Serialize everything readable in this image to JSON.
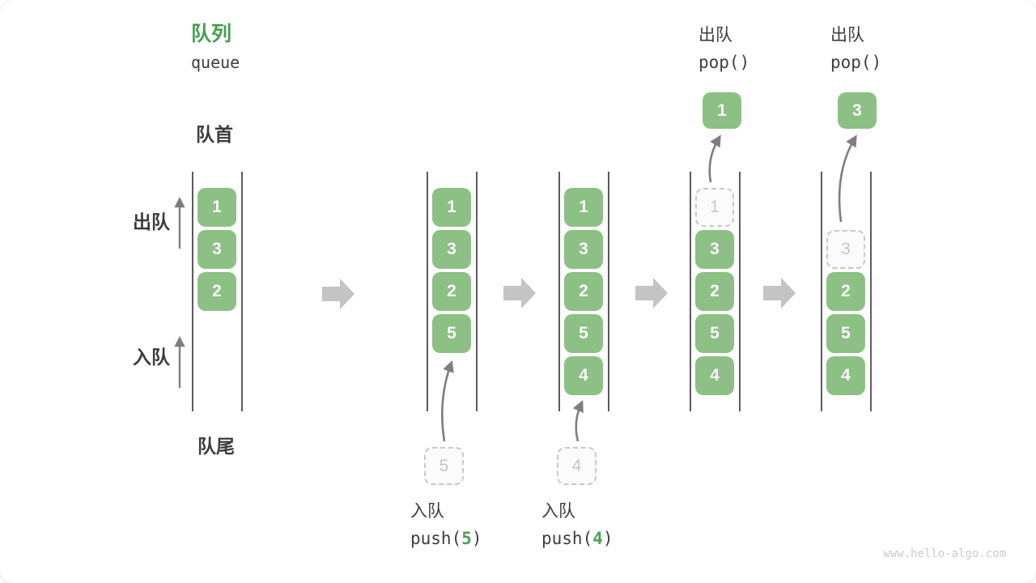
{
  "header": {
    "title_zh": "队列",
    "title_en": "queue"
  },
  "side_labels": {
    "front": "队首",
    "rear": "队尾",
    "dequeue": "出队",
    "enqueue": "入队"
  },
  "queues": [
    {
      "name": "state-initial",
      "cells": [
        {
          "value": "1",
          "row": 0,
          "dashed": false
        },
        {
          "value": "3",
          "row": 1,
          "dashed": false
        },
        {
          "value": "2",
          "row": 2,
          "dashed": false
        }
      ]
    },
    {
      "name": "state-after-push-5",
      "cells": [
        {
          "value": "1",
          "row": 0,
          "dashed": false
        },
        {
          "value": "3",
          "row": 1,
          "dashed": false
        },
        {
          "value": "2",
          "row": 2,
          "dashed": false
        },
        {
          "value": "5",
          "row": 3,
          "dashed": false
        }
      ]
    },
    {
      "name": "state-after-push-4",
      "cells": [
        {
          "value": "1",
          "row": 0,
          "dashed": false
        },
        {
          "value": "3",
          "row": 1,
          "dashed": false
        },
        {
          "value": "2",
          "row": 2,
          "dashed": false
        },
        {
          "value": "5",
          "row": 3,
          "dashed": false
        },
        {
          "value": "4",
          "row": 4,
          "dashed": false
        }
      ]
    },
    {
      "name": "state-after-pop-1",
      "cells": [
        {
          "value": "1",
          "row": 0,
          "dashed": true
        },
        {
          "value": "3",
          "row": 1,
          "dashed": false
        },
        {
          "value": "2",
          "row": 2,
          "dashed": false
        },
        {
          "value": "5",
          "row": 3,
          "dashed": false
        },
        {
          "value": "4",
          "row": 4,
          "dashed": false
        }
      ]
    },
    {
      "name": "state-after-pop-3",
      "cells": [
        {
          "value": "3",
          "row": 1,
          "dashed": true
        },
        {
          "value": "2",
          "row": 2,
          "dashed": false
        },
        {
          "value": "5",
          "row": 3,
          "dashed": false
        },
        {
          "value": "4",
          "row": 4,
          "dashed": false
        }
      ]
    }
  ],
  "staged_items": [
    {
      "value": "5"
    },
    {
      "value": "4"
    }
  ],
  "popped_items": [
    {
      "value": "1"
    },
    {
      "value": "3"
    }
  ],
  "operations": {
    "push": [
      {
        "label_zh": "入队",
        "fn": "push(",
        "arg": "5",
        "close": ")"
      },
      {
        "label_zh": "入队",
        "fn": "push(",
        "arg": "4",
        "close": ")"
      }
    ],
    "pop": [
      {
        "label_zh": "出队",
        "code": "pop()"
      },
      {
        "label_zh": "出队",
        "code": "pop()"
      }
    ]
  },
  "watermark": "www.hello-algo.com",
  "colors": {
    "accent_green": "#43a04f",
    "cell_green": "#8cc084",
    "cell_text": "#fafafa",
    "dark_text": "#3c3c3c",
    "arrow_gray": "#7e7e7e",
    "block_arrow_gray": "#c4c4c4",
    "dashed_gray": "#c9c9c9",
    "watermark_gray": "#cbcbcb"
  }
}
